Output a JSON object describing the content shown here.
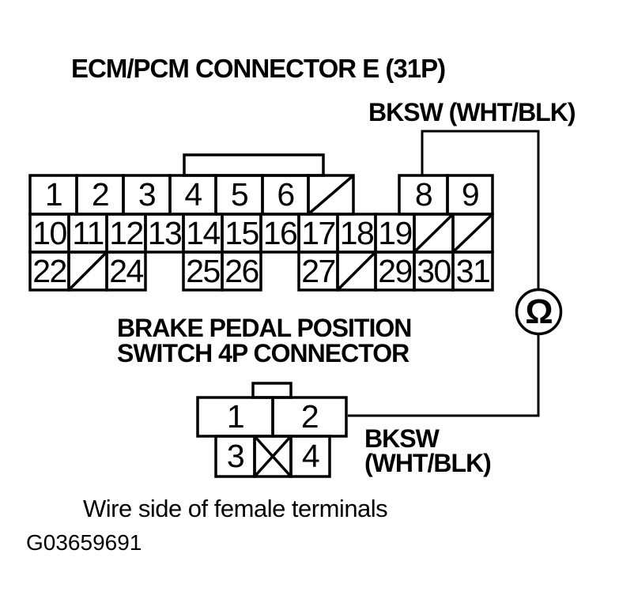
{
  "titles": {
    "ecm_connector": "ECM/PCM CONNECTOR E (31P)",
    "brake_switch_line1": "BRAKE PEDAL POSITION",
    "brake_switch_line2": "SWITCH 4P CONNECTOR"
  },
  "labels": {
    "bksw_top": "BKSW (WHT/BLK)",
    "bksw_bottom_line1": "BKSW",
    "bksw_bottom_line2": "(WHT/BLK)",
    "ohm_symbol": "Ω",
    "caption": "Wire side of female terminals",
    "figure_id": "G03659691"
  },
  "colors": {
    "line": "#000000",
    "background": "#ffffff"
  },
  "ecm_connector_e": {
    "row1": [
      "1",
      "2",
      "3",
      "4",
      "5",
      "6",
      "8",
      "9"
    ],
    "row2": [
      "10",
      "11",
      "12",
      "13",
      "14",
      "15",
      "16",
      "17",
      "18",
      "19"
    ],
    "row3": [
      "22",
      "24",
      "25",
      "26",
      "27",
      "29",
      "30",
      "31"
    ]
  },
  "switch_connector": {
    "top_row": [
      "1",
      "2"
    ],
    "bottom_row": [
      "3",
      "4"
    ]
  }
}
